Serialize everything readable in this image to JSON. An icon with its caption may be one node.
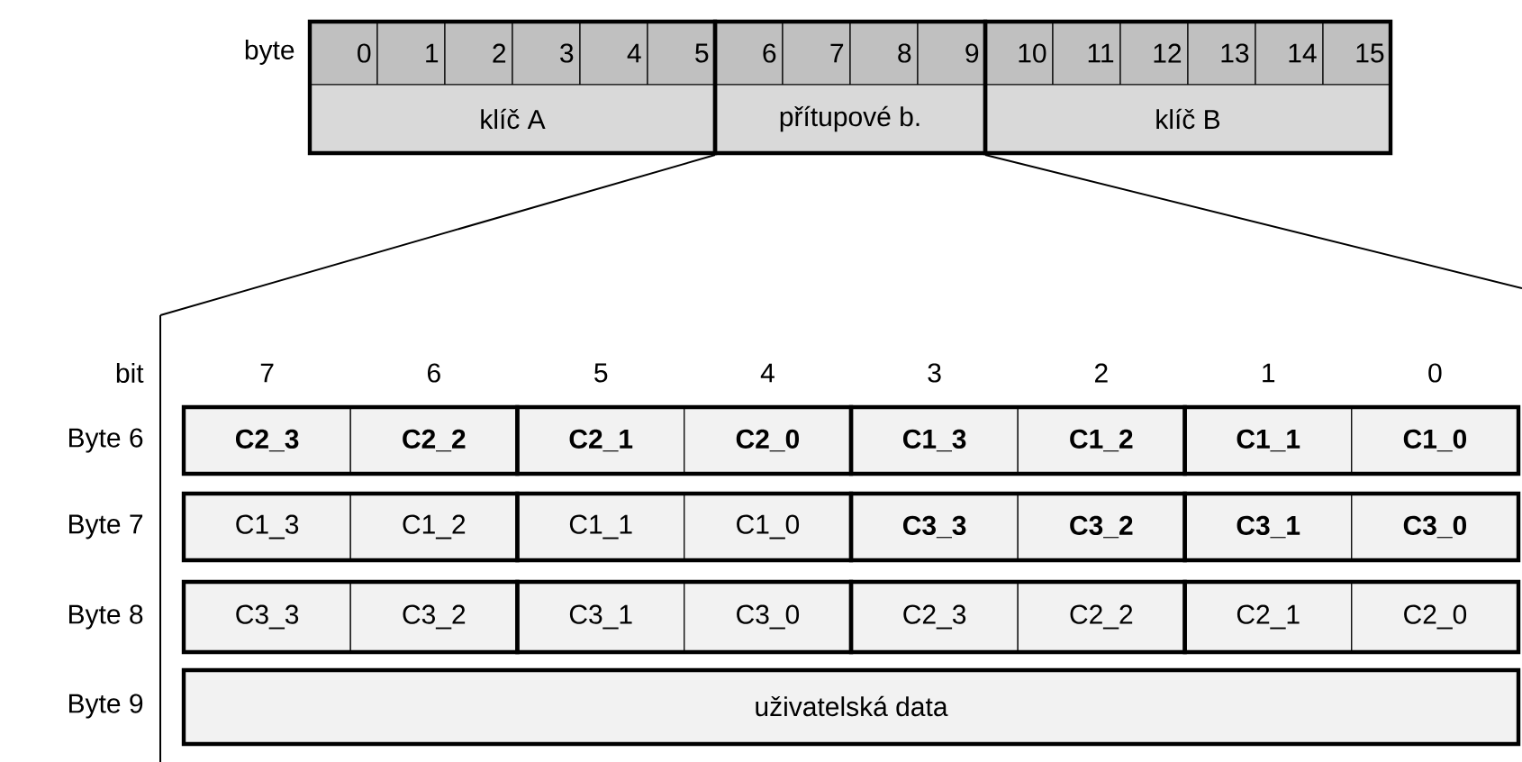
{
  "diagram": {
    "labels": [
      "byte",
      "0",
      "1",
      "2",
      "3",
      "4",
      "5",
      "6",
      "7",
      "8",
      "9",
      "10",
      "11",
      "12",
      "13",
      "14",
      "15",
      "klíč A",
      "přítupové b.",
      "klíč B",
      "bit",
      "7",
      "6",
      "5",
      "4",
      "3",
      "2",
      "1",
      "0",
      "Byte 6",
      "C2_3",
      "C2_2",
      "C2_1",
      "C2_0",
      "C1_3",
      "C1_2",
      "C1_1",
      "C1_0",
      "Byte 7",
      "C1_3",
      "C1_2",
      "C1_1",
      "C1_0",
      "C3_3",
      "C3_2",
      "C3_1",
      "C3_0",
      "Byte 8",
      "C3_3",
      "C3_2",
      "C3_1",
      "C3_0",
      "C2_3",
      "C2_2",
      "C2_1",
      "C2_0",
      "Byte 9",
      "uživatelská data"
    ]
  }
}
